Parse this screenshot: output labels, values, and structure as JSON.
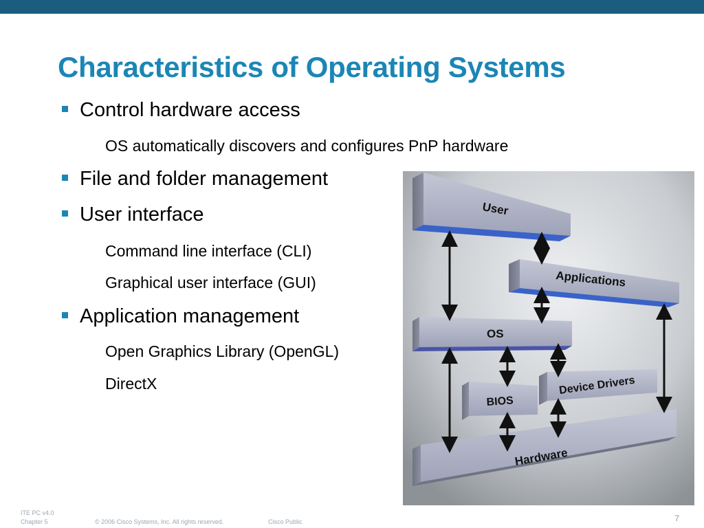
{
  "slide": {
    "title": "Characteristics of Operating Systems",
    "bullets": [
      {
        "text": "Control hardware access",
        "sub": [
          "OS automatically discovers and configures PnP hardware"
        ]
      },
      {
        "text": "File and folder management",
        "sub": []
      },
      {
        "text": "User interface",
        "sub": [
          "Command line interface (CLI)",
          "Graphical user interface (GUI)"
        ]
      },
      {
        "text": "Application management",
        "sub": [
          "Open Graphics Library (OpenGL)",
          "DirectX"
        ]
      }
    ]
  },
  "diagram": {
    "layers": {
      "user": "User",
      "applications": "Applications",
      "os": "OS",
      "bios": "BIOS",
      "device_drivers": "Device Drivers",
      "hardware": "Hardware"
    }
  },
  "footer": {
    "course": "ITE PC v4.0",
    "chapter": "Chapter 5",
    "copyright": "© 2006 Cisco Systems, Inc. All rights reserved.",
    "classification": "Cisco Public",
    "page": "7"
  },
  "colors": {
    "top_bar": "#1a5d7f",
    "title": "#1b86b5",
    "bullet_marker": "#1b86b5"
  }
}
